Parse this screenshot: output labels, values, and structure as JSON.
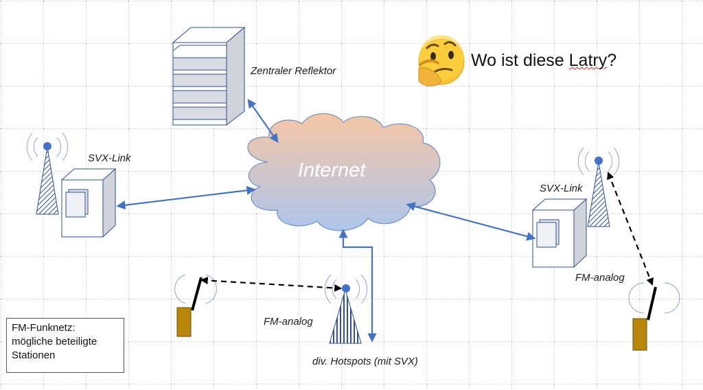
{
  "title": {
    "main": "Wo ist diese ",
    "underlined": "Latry",
    "end": "?"
  },
  "emoji": "thinking-face-icon",
  "cloud": {
    "label": "Internet"
  },
  "labels": {
    "reflector": "Zentraler Reflektor",
    "svx_left": "SVX-Link",
    "svx_right": "SVX-Link",
    "fm_center": "FM-analog",
    "fm_right": "FM-analog",
    "hotspots": "div. Hotspots (mit SVX)"
  },
  "legend": {
    "line1": "FM-Funknetz:",
    "line2": "mögliche beteiligte",
    "line3": "Stationen"
  },
  "colors": {
    "link_blue": "#4472c4",
    "cloud_top": "#f4c7a8",
    "cloud_bottom": "#b4c7e7",
    "radio_body": "#b8860b",
    "server_grey": "#c8ccd4"
  }
}
